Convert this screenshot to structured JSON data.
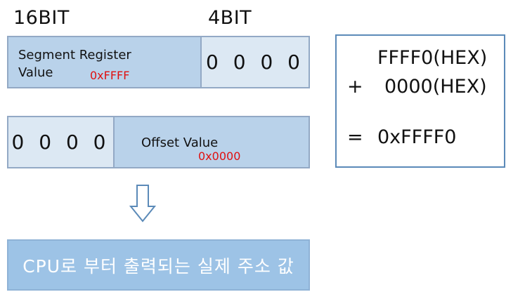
{
  "top_labels": {
    "bits16": "16BIT",
    "bits4": "4BIT"
  },
  "segment_row": {
    "label_line1": "Segment Register",
    "label_line2": "Value",
    "value": "0xFFFF",
    "shift_zeros": "0 0 0 0"
  },
  "offset_row": {
    "high_zeros": "0 0 0 0",
    "label": "Offset Value",
    "value": "0x0000"
  },
  "arrow_icon": "down-arrow-outline",
  "result_text": "CPU로 부터 출력되는 실제 주소 값",
  "calculation": {
    "line1": "FFFF0(HEX)",
    "plus_sign": "+",
    "line2": "0000(HEX)",
    "equals_sign": "=",
    "result": "0xFFFF0"
  },
  "colors": {
    "light_fill": "#dce8f3",
    "mid_fill": "#b9d2ea",
    "border": "#93a9c5",
    "result_fill": "#9dc3e6",
    "highlight_red": "#e01010"
  }
}
